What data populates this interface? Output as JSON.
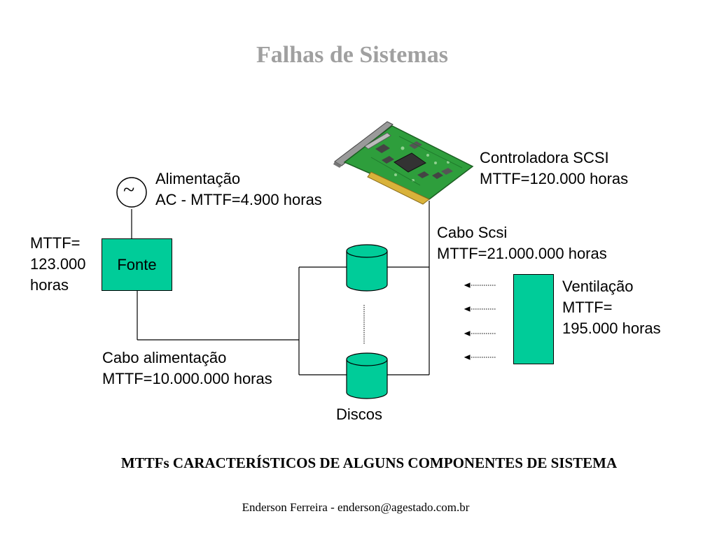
{
  "title": "Falhas de Sistemas",
  "ac_symbol": "~",
  "alimentacao": {
    "line1": "Alimentação",
    "line2": "AC - MTTF=4.900 horas"
  },
  "fonte": {
    "label": "Fonte",
    "mttf_line1": "MTTF=",
    "mttf_line2": "123.000",
    "mttf_line3": "horas"
  },
  "controladora": {
    "line1": "Controladora SCSI",
    "line2": "MTTF=120.000 horas"
  },
  "cabo_scsi": {
    "line1": "Cabo Scsi",
    "line2": "MTTF=21.000.000 horas"
  },
  "ventilacao": {
    "line1": "Ventilação",
    "line2": "MTTF=",
    "line3": "195.000 horas"
  },
  "cabo_alimentacao": {
    "line1": "Cabo alimentação",
    "line2": "MTTF=10.000.000 horas"
  },
  "discos": {
    "label": "Discos"
  },
  "subtitle": "MTTFs CARACTERÍSTICOS DE ALGUNS COMPONENTES DE SISTEMA",
  "footer": "Enderson Ferreira - enderson@agestado.com.br",
  "colors": {
    "component_fill": "#00cc99",
    "board_green": "#2e9e3c",
    "title_gray": "#a0a0a0"
  },
  "icons": [
    "ac-source-icon",
    "disk-icon",
    "scsi-card-icon",
    "airflow-arrow-icon"
  ]
}
